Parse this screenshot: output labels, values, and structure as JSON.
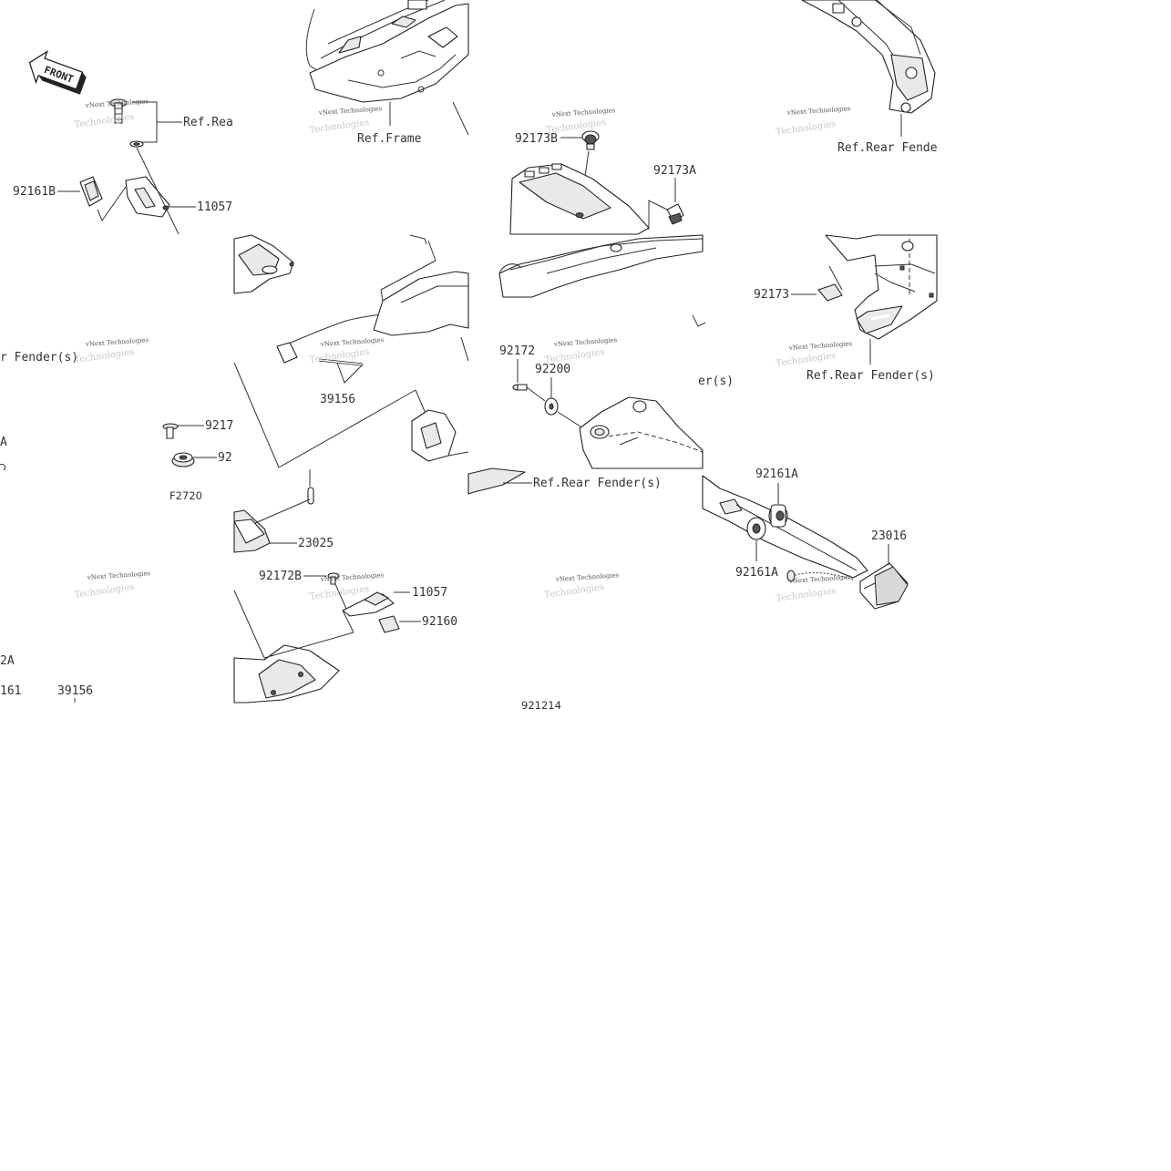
{
  "diagram": {
    "front_badge": "FRONT",
    "watermark": {
      "line1": "vNext Technologies",
      "line2": "Technologies"
    },
    "tiles": [
      {
        "id": "t1",
        "labels": [
          "Ref.Rea",
          "92161B",
          "11057"
        ]
      },
      {
        "id": "t2",
        "labels": [
          "Ref.Frame"
        ]
      },
      {
        "id": "t3",
        "labels": [
          "92173B",
          "92173A"
        ]
      },
      {
        "id": "t4",
        "labels": [
          "Ref.Rear Fende"
        ]
      },
      {
        "id": "t5",
        "labels": [
          "r Fender(s)",
          "9217",
          "92",
          "A",
          "F2720",
          "2A",
          "161",
          "39156"
        ]
      },
      {
        "id": "t6",
        "labels": [
          "39156",
          "23025",
          "92172B",
          "11057",
          "92160"
        ]
      },
      {
        "id": "t7",
        "labels": [
          "92172",
          "92200",
          "er(s)",
          "Ref.Rear Fender(s)",
          "921214"
        ]
      },
      {
        "id": "t8",
        "labels": [
          "92173",
          "Ref.Rear Fender(s)",
          "92161A",
          "23016",
          "92161A"
        ]
      }
    ]
  }
}
